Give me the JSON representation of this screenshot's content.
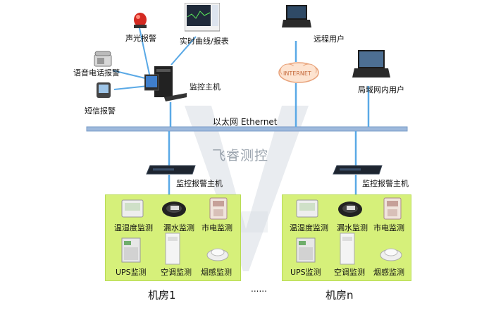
{
  "top": {
    "alarm_sound_light": "声光报警",
    "realtime_curve": "实时曲线/报表",
    "voice_phone_alarm": "语音电话报警",
    "monitor_host": "监控主机",
    "sms_alarm": "短信报警",
    "remote_user": "远程用户",
    "internet_label": "INTERNET",
    "lan_user": "局域网内用户"
  },
  "network": {
    "bus_label": "以太网 Ethernet"
  },
  "watermark": {
    "brand": "飞睿测控"
  },
  "rooms": [
    {
      "host_label": "监控报警主机",
      "title": "机房1",
      "items": [
        "温湿度监测",
        "漏水监测",
        "市电监测",
        "UPS监测",
        "空调监测",
        "烟感监测"
      ]
    },
    {
      "host_label": "监控报警主机",
      "title": "机房n",
      "items": [
        "温湿度监测",
        "漏水监测",
        "市电监测",
        "UPS监测",
        "空调监测",
        "烟感监测"
      ]
    }
  ],
  "ellipsis": "......",
  "colors": {
    "bus": "#8fb2d8",
    "link": "#5aa9e6",
    "panel": "#d6f07a",
    "watermark": "#c6ccd4"
  }
}
